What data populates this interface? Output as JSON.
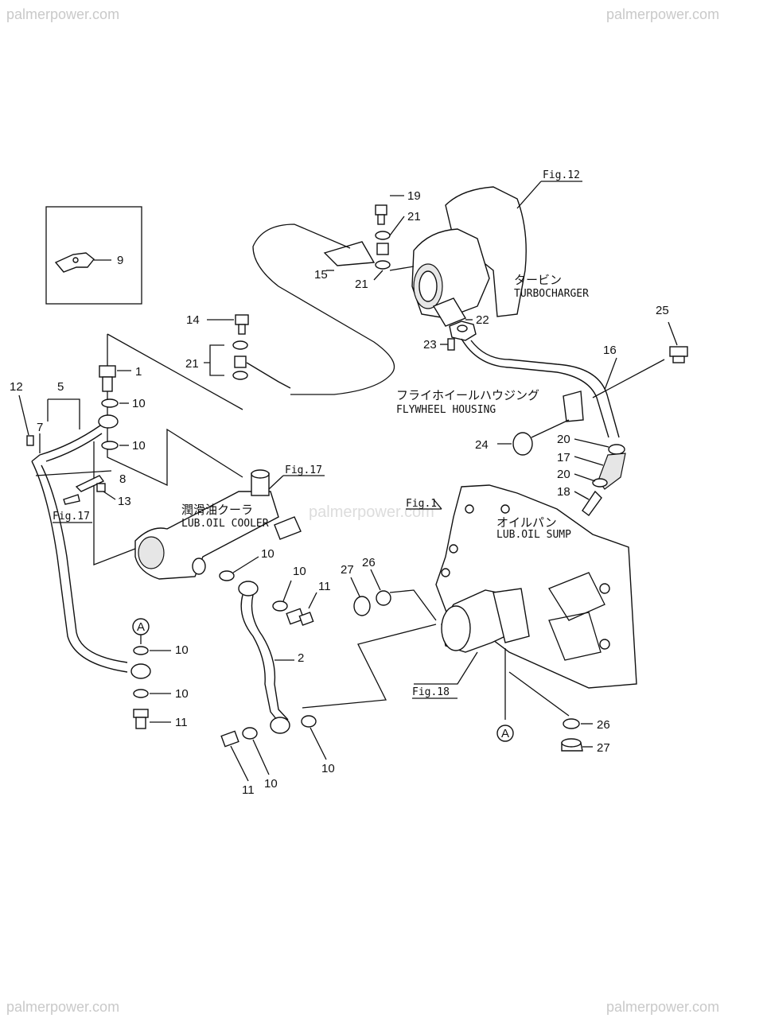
{
  "watermarks": {
    "top_left": "palmerpower.com",
    "top_right": "palmerpower.com",
    "center": "palmerpower.com",
    "bottom_left": "palmerpower.com",
    "bottom_right": "palmerpower.com"
  },
  "figure_refs": {
    "fig12": "Fig.12",
    "fig17_top": "Fig.17",
    "fig17_left": "Fig.17",
    "fig1": "Fig.1",
    "fig18": "Fig.18"
  },
  "captions": {
    "turbo_jp": "タービン",
    "turbo_en": "TURBOCHARGER",
    "flywheel_jp": "フライホイールハウジング",
    "flywheel_en": "FLYWHEEL HOUSING",
    "cooler_jp": "潤滑油クーラ",
    "cooler_en": "LUB.OIL COOLER",
    "sump_jp": "オイルパン",
    "sump_en": "LUB.OIL SUMP"
  },
  "markers": {
    "a1": "A",
    "a2": "A"
  },
  "part_labels": {
    "p19": "19",
    "p21a": "21",
    "p15": "15",
    "p21b": "21",
    "p22": "22",
    "p23": "23",
    "p9": "9",
    "p14": "14",
    "p21c": "21",
    "p1": "1",
    "p10a": "10",
    "p10b": "10",
    "p12": "12",
    "p5": "5",
    "p7": "7",
    "p8": "8",
    "p13": "13",
    "p25": "25",
    "p16": "16",
    "p24": "24",
    "p20a": "20",
    "p17": "17",
    "p20b": "20",
    "p18": "18",
    "p10c": "10",
    "p10d": "10",
    "p11a": "11",
    "p27a": "27",
    "p26a": "26",
    "p2": "2",
    "p10e": "10",
    "p10f": "10",
    "p11b": "11",
    "p10g": "10",
    "p11c": "11",
    "p10h": "10",
    "p26b": "26",
    "p27b": "27"
  }
}
